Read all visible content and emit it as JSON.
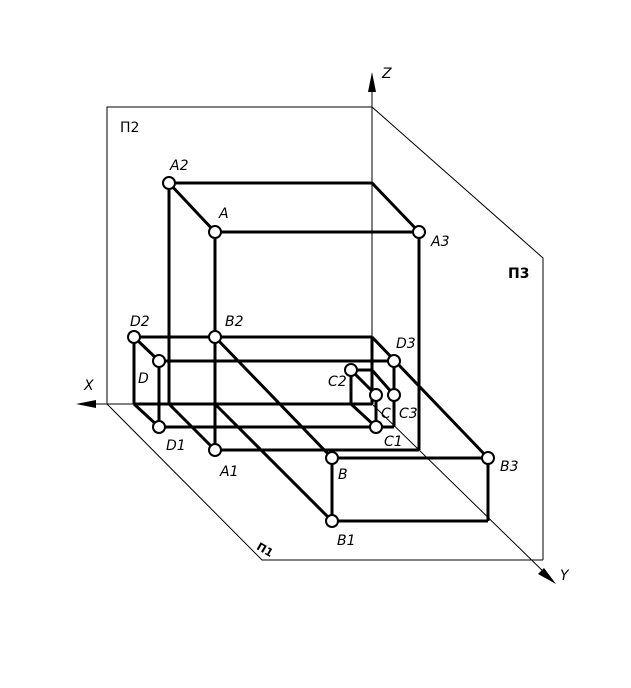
{
  "axes": {
    "x": "X",
    "y": "Y",
    "z": "Z"
  },
  "planes": {
    "p2": "П2",
    "p3": "П3",
    "p1": "П1"
  },
  "points": {
    "A": "A",
    "A1": "A1",
    "A2": "A2",
    "A3": "A3",
    "B": "B",
    "B1": "B1",
    "B2": "B2",
    "B3": "B3",
    "C": "C",
    "C1": "C1",
    "C2": "C2",
    "C3": "C3",
    "D": "D",
    "D1": "D1",
    "D2": "D2",
    "D3": "D3"
  }
}
